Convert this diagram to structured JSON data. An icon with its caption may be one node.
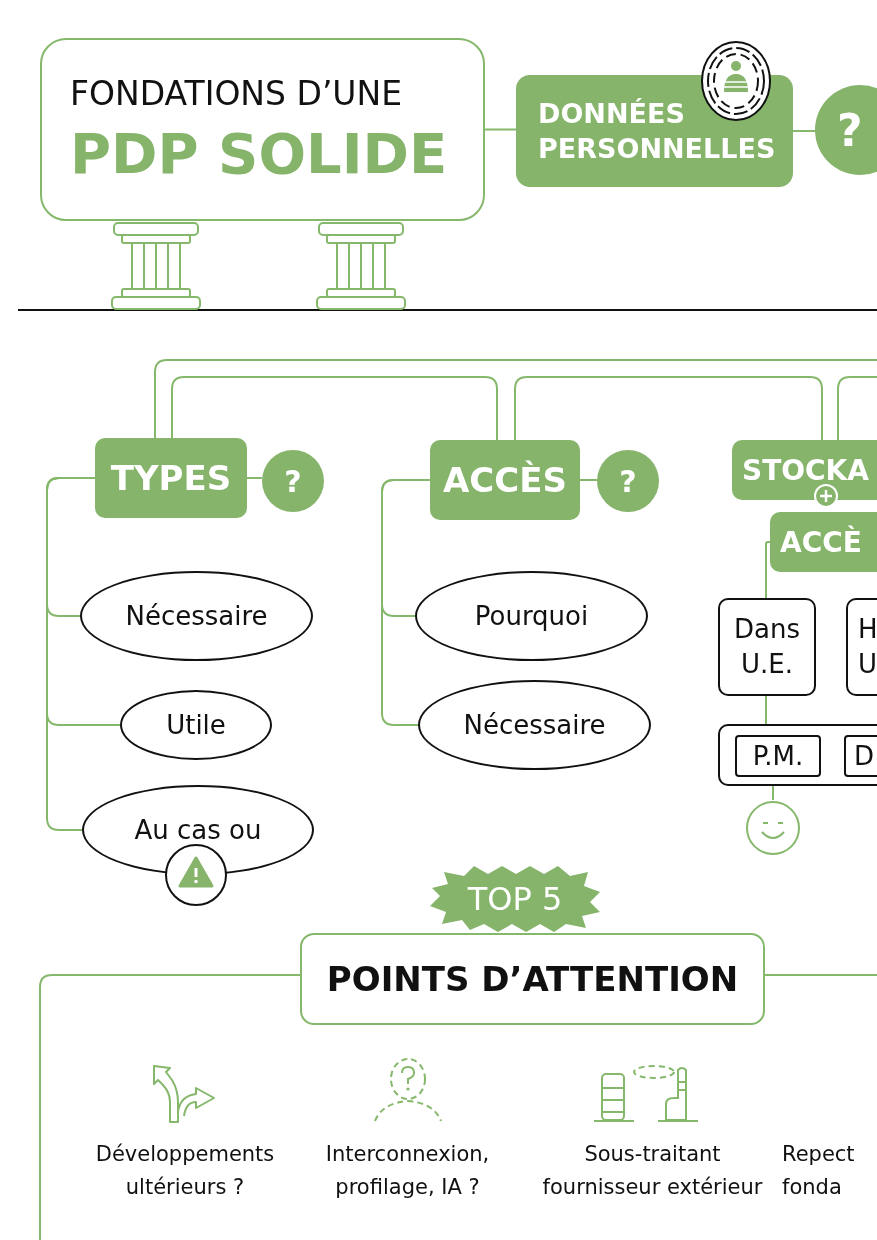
{
  "diagram": {
    "nodes": [
      {
        "text": [
          "FONDATIONS D’UNE",
          "PDP SOLIDE"
        ]
      },
      {
        "text": [
          "DONNÉES PERSONNELLES"
        ]
      },
      {
        "text": [
          "?"
        ]
      },
      {
        "text": [
          "TYPES"
        ]
      },
      {
        "text": [
          "?"
        ]
      },
      {
        "text": [
          "ACCÈS"
        ]
      },
      {
        "text": [
          "?"
        ]
      },
      {
        "text": [
          "STOCKA"
        ]
      },
      {
        "text": [
          "ACCÈ"
        ]
      },
      {
        "text": [
          "Nécessaire"
        ]
      },
      {
        "text": [
          "Utile"
        ]
      },
      {
        "text": [
          "Au cas ou"
        ]
      },
      {
        "text": [
          "Pourquoi"
        ]
      },
      {
        "text": [
          "Nécessaire"
        ]
      },
      {
        "text": [
          "Dans U.E."
        ]
      },
      {
        "text": [
          "H U"
        ]
      },
      {
        "text": [],
        "shape": "box"
      },
      {
        "text": [
          "P.M."
        ],
        "in": 16
      },
      {
        "text": [
          "D"
        ],
        "in": 16
      },
      {
        "text": [],
        "shape": "picture"
      },
      {
        "text": [
          "TOP 5"
        ]
      },
      {
        "text": [
          "POINTS D’ATTENTION"
        ]
      }
    ],
    "edges": [
      {
        "from": 0,
        "to": 1,
        "arrow": "none"
      },
      {
        "from": 1,
        "to": 2,
        "arrow": "none"
      },
      {
        "from": null,
        "to": 3,
        "arrow": "none"
      },
      {
        "from": 3,
        "to": 5,
        "arrow": "none"
      },
      {
        "from": 5,
        "to": 7,
        "arrow": "none"
      },
      {
        "from": 7,
        "to": null,
        "arrow": "none"
      },
      {
        "from": 3,
        "to": 4,
        "arrow": "none"
      },
      {
        "from": 5,
        "to": 6,
        "arrow": "none"
      },
      {
        "from": 3,
        "to": 9,
        "arrow": "none"
      },
      {
        "from": 3,
        "to": 10,
        "arrow": "none"
      },
      {
        "from": 3,
        "to": 11,
        "arrow": "none"
      },
      {
        "from": 5,
        "to": 12,
        "arrow": "none"
      },
      {
        "from": 5,
        "to": 13,
        "arrow": "none"
      },
      {
        "from": 8,
        "to": 14,
        "arrow": "none"
      },
      {
        "from": 14,
        "to": 16,
        "arrow": "none"
      },
      {
        "from": 16,
        "to": 19,
        "arrow": "none"
      },
      {
        "from": 21,
        "to": null,
        "arrow": "none"
      },
      {
        "from": 21,
        "to": null,
        "arrow": "none"
      }
    ],
    "labels": [
      "Développements ultérieurs ?",
      "Interconnexion, profilage, IA ?",
      "Sous-traitant fournisseur extérieur",
      "Repect fonda"
    ]
  }
}
